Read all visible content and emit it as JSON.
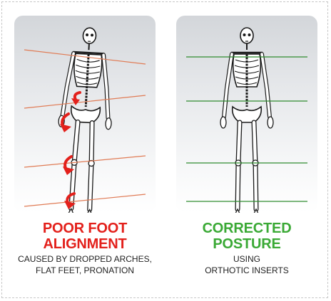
{
  "colors": {
    "poor": "#e3201b",
    "corrected": "#3aa935",
    "poor_lines": "#e07b55",
    "corrected_lines": "#2f8c2f",
    "bone": "#ffffff",
    "bone_outline": "#1a1a1a"
  },
  "left": {
    "title_line1": "POOR FOOT",
    "title_line2": "ALIGNMENT",
    "sub_line1": "CAUSED BY DROPPED ARCHES,",
    "sub_line2": "FLAT FEET, PRONATION"
  },
  "right": {
    "title_line1": "CORRECTED",
    "title_line2": "POSTURE",
    "sub_line1": "USING",
    "sub_line2": "ORTHOTIC INSERTS"
  },
  "icons": {
    "skeleton": "skeleton-icon",
    "arrow": "curved-arrow-icon"
  }
}
